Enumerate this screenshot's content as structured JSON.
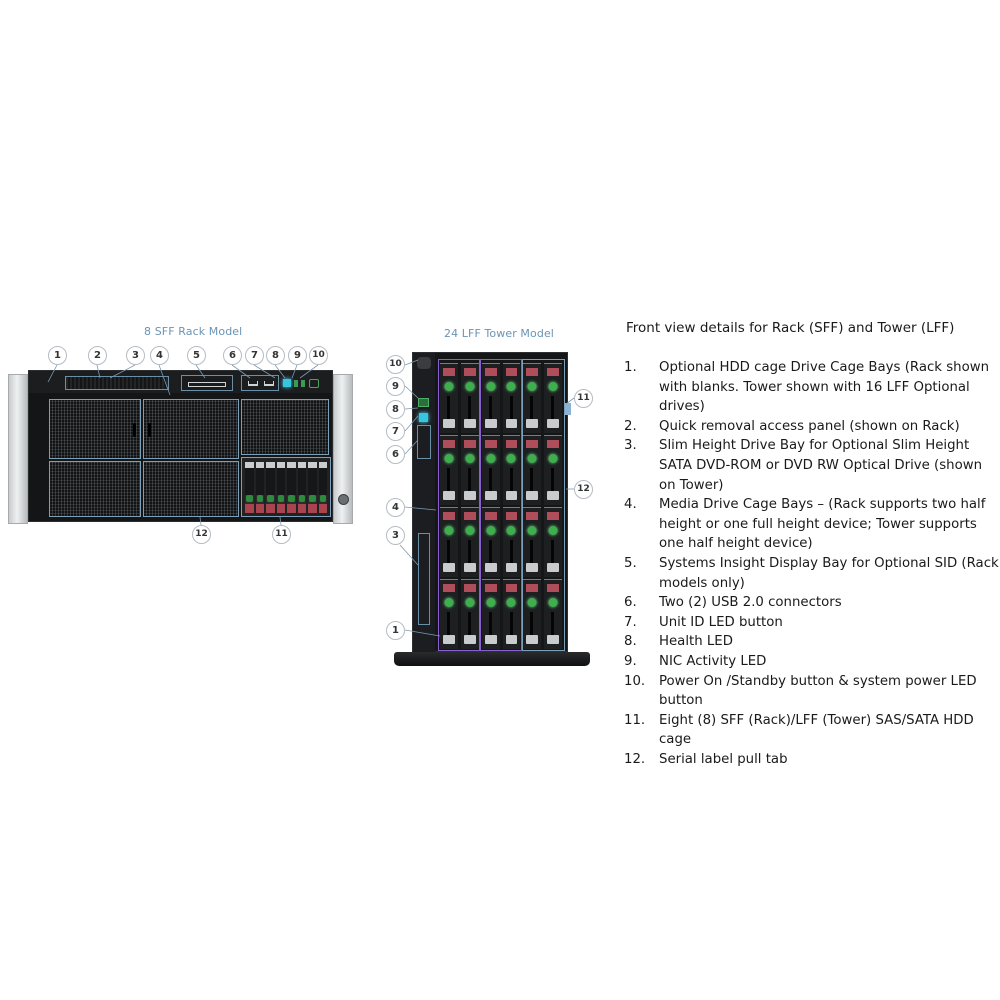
{
  "rack_model": {
    "title": "8 SFF Rack Model",
    "callouts": [
      "1",
      "2",
      "3",
      "4",
      "5",
      "6",
      "7",
      "8",
      "9",
      "10",
      "11",
      "12"
    ],
    "sff_drive_count": 8
  },
  "tower_model": {
    "title": "24 LFF Tower Model",
    "callouts": [
      "10",
      "9",
      "8",
      "7",
      "6",
      "4",
      "3",
      "1",
      "11",
      "12"
    ],
    "lff_drive_count": 24
  },
  "description": {
    "title": "Front view details for Rack (SFF) and Tower (LFF)",
    "items": [
      {
        "num": "1.",
        "text": "Optional HDD cage Drive Cage Bays (Rack shown with blanks.  Tower shown with 16 LFF Optional drives)"
      },
      {
        "num": "2.",
        "text": "Quick removal access panel (shown on Rack)"
      },
      {
        "num": "3.",
        "text": "Slim Height Drive Bay for Optional Slim Height SATA DVD-ROM or DVD RW Optical Drive (shown on Tower)"
      },
      {
        "num": "4.",
        "text": "Media Drive Cage Bays – (Rack supports two half height or one full height device; Tower supports one half height device)"
      },
      {
        "num": "5.",
        "text": "Systems Insight Display Bay for Optional SID (Rack models only)"
      },
      {
        "num": "6.",
        "text": "Two (2) USB 2.0 connectors"
      },
      {
        "num": "7.",
        "text": "Unit ID LED button"
      },
      {
        "num": "8.",
        "text": "Health LED"
      },
      {
        "num": "9.",
        "text": "NIC Activity LED"
      },
      {
        "num": "10.",
        "text": "Power On /Standby button & system power LED button"
      },
      {
        "num": "11.",
        "text": "Eight (8) SFF (Rack)/LFF (Tower) SAS/SATA HDD cage"
      },
      {
        "num": "12.",
        "text": "Serial label pull tab"
      }
    ]
  },
  "colors": {
    "callout_border": "#b5bcc3",
    "highlight_blue": "#7e9fb8",
    "highlight_purple": "#8a5fd0",
    "drive_label_red": "#b04d5b",
    "drive_led_green": "#3fae4f",
    "uid_led_cyan": "#36c6e0",
    "model_title": "#6a94b4"
  }
}
